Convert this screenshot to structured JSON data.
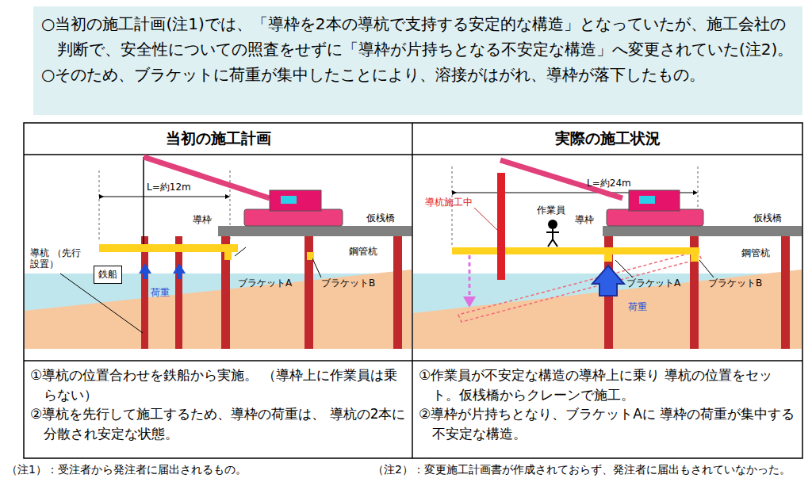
{
  "diagram": {
    "nodes": [
      {
        "text": [
          "○当初の施工計画(注1)では、「導枠を2本の導杭で支持する安定的な構造」となっていたが、施工会社の判断で、安全性についての照査をせずに「導枠が片持ちとなる不安定な構造」へ変更されていた(注2)。",
          "○そのため、ブラケットに荷重が集中したことにより、溶接がはがれ、導枠が落下したもの。"
        ]
      },
      {
        "text": [
          "当初の施工計画"
        ]
      },
      {
        "text": [
          "実際の施工状況"
        ]
      },
      {
        "text": [
          "①導杭の位置合わせを鉄船から実施。 （導枠上に作業員は乗らない）",
          "②導杭を先行して施工するため、導枠の荷重は、 導杭の2本に分散され安定な状態。"
        ]
      },
      {
        "text": [
          "①作業員が不安定な構造の導枠上に乗り 導杭の位置をセット。仮桟橋からクレーンで施工。",
          "②導枠が片持ちとなり、ブラケットAに 導枠の荷重が集中する不安定な構造。"
        ]
      },
      {
        "text": [
          "鉄船"
        ]
      }
    ],
    "labels": [
      "L=約12m",
      "導枠",
      "仮桟橋",
      "導杭 （先行設置）",
      "鋼管杭",
      "荷重",
      "ブラケットA",
      "ブラケットB",
      "L=約24m",
      "導杭施工中",
      "作業員",
      "導枠",
      "仮桟橋",
      "鋼管杭",
      "ブラケットA",
      "ブラケットB",
      "荷重",
      "（注1）：受注者から発注者に届出されるもの。",
      "（注2）：変更施工計画書が作成されておらず、発注者に届出もされていなかった。"
    ]
  }
}
